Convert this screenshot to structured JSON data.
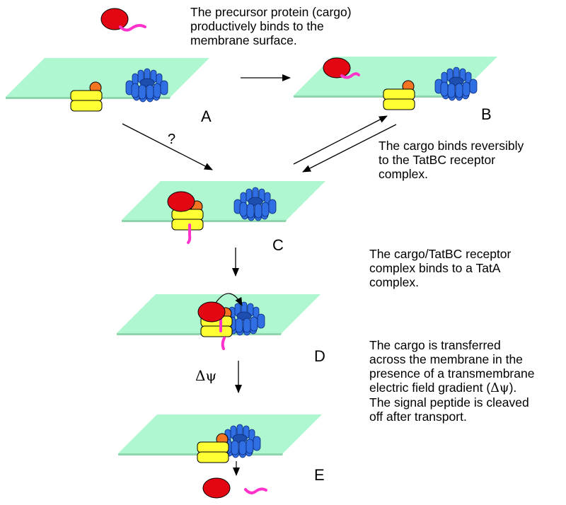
{
  "colors": {
    "membrane": "#aef7d0",
    "membrane_edge": "#8fd5ad",
    "cargo": "#e30613",
    "signal_peptide": "#ff33cc",
    "tatb": "#ffff33",
    "tatc": "#f47521",
    "tata": "#2f6fe3"
  },
  "icons": {
    "cargo": "red-ellipse-cargo-icon",
    "signal_peptide": "magenta-wavy-line-icon",
    "tatbc": "yellow-orange-receptor-icon",
    "tata": "blue-ring-pore-icon"
  },
  "texts": {
    "step1": "The precursor protein (cargo)\nproductively binds to the\nmembrane surface.",
    "step2": "The cargo binds reversibly\nto the TatBC receptor\ncomplex.",
    "step3": "The cargo/TatBC receptor\ncomplex binds to a TatA\ncomplex.",
    "step4_a": "The cargo is transferred\nacross the membrane in the\npresence of a transmembrane\nelectric field gradient (",
    "step4_dpsi": "Δψ",
    "step4_b": ").\nThe signal peptide is cleaved\noff after transport."
  },
  "labels": {
    "A": "A",
    "B": "B",
    "C": "C",
    "D": "D",
    "E": "E",
    "question": "?",
    "dpsi": "Δψ"
  }
}
